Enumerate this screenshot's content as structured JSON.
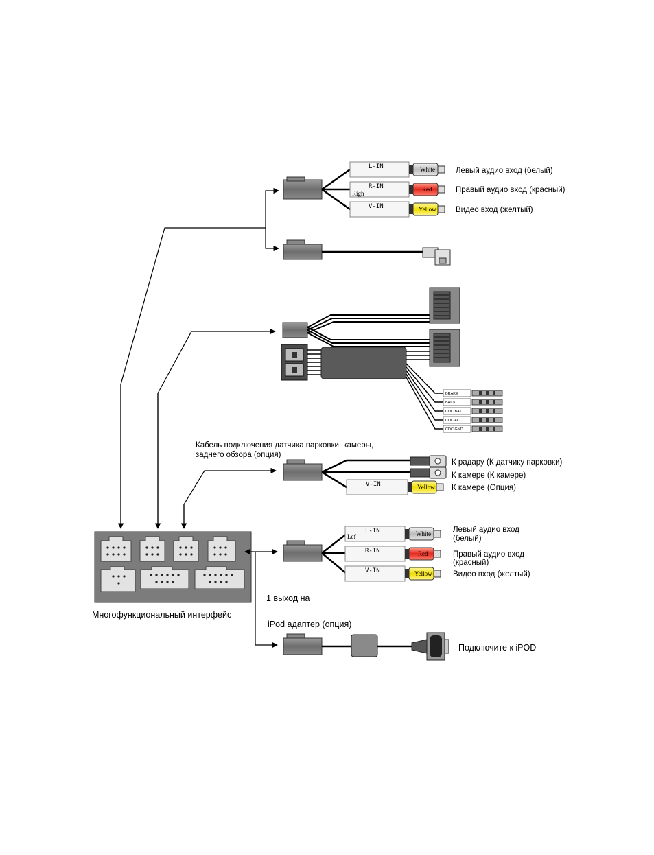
{
  "labels": {
    "left_audio_1": "Левый аудио вход (белый)",
    "right_audio_1": "Правый аудио вход (красный)",
    "video_1": "Видео вход (желтый)",
    "cam_cable_1": "Кабель подключения датчика парковки, камеры,",
    "cam_cable_2": "заднего обзора (опция)",
    "to_radar": "К радару (К датчику парковки)",
    "to_camera": "К камере (К камере)",
    "to_camera_opt": "К камере (Опция)",
    "left_audio_2a": "Левый аудио вход",
    "left_audio_2b": "(белый)",
    "right_audio_2a": "Правый аудио вход",
    "right_audio_2b": "(красный)",
    "video_2": "Видео вход (желтый)",
    "one_out": "1 выход на",
    "multi_iface": "Многофункциональный интерфейс",
    "ipod_adapter": "iPod адаптер (опция)",
    "connect_ipod": "Подключите к iPOD"
  },
  "tags": {
    "lin": "L-IN",
    "rin": "R-IN",
    "vin": "V-IN",
    "righ": "Righ",
    "lef": "Lef"
  },
  "plugs": {
    "white": "White",
    "red": "Red",
    "yellow": "Yellow"
  },
  "wires": {
    "brake": "BRAKE",
    "back": "BACK",
    "cdc_batt": "CDC BATT",
    "cdc_acc": "CDC ACC",
    "cdc_gnd": "CDC GND"
  },
  "colors": {
    "white_plug": "#d4d4d4",
    "red_plug": "#e8342a",
    "yellow_plug": "#f5e400",
    "connector_gray": "#7a7a7a"
  }
}
